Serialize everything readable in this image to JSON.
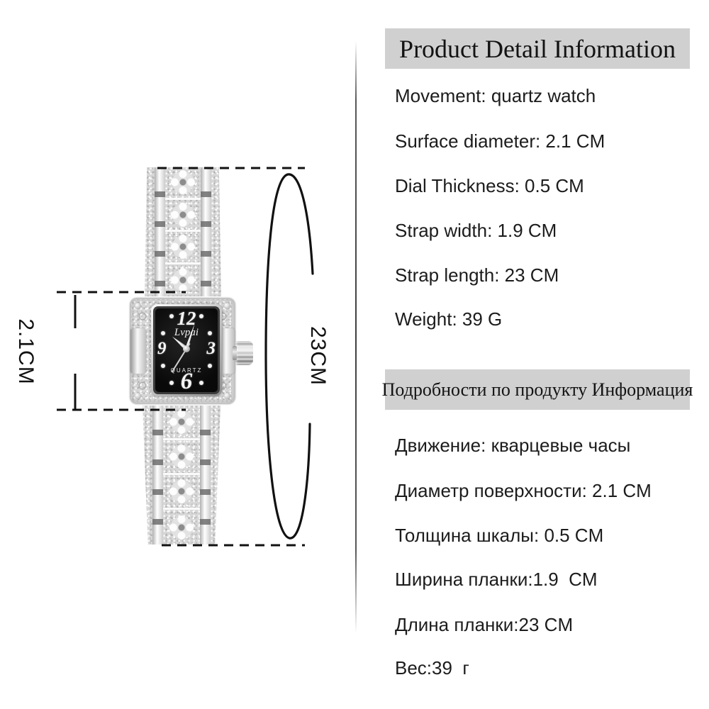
{
  "figure": {
    "dial": {
      "brand": "Lvpai",
      "movement_label": "QUARTZ",
      "numeral_top": "12",
      "numeral_right": "3",
      "numeral_bottom": "6",
      "numeral_left": "9"
    },
    "dimensions": {
      "case_width_label": "2.1CM",
      "strap_length_label": "23CM"
    }
  },
  "panel": {
    "en": {
      "header": "Product Detail Information",
      "specs": [
        "Movement: quartz watch",
        "Surface diameter: 2.1 CM",
        "Dial Thickness: 0.5 CM",
        "Strap width: 1.9 CM",
        "Strap length: 23 CM",
        "Weight: 39 G"
      ]
    },
    "ru": {
      "header": "Подробности по продукту Информация",
      "specs": [
        "Движение: кварцевые часы",
        "Диаметр поверхности: 2.1 CM",
        "Толщина шкалы: 0.5 CM",
        "Ширина планки:1.9  CM",
        "Длина планки:23 CM",
        "Вес:39  г"
      ]
    }
  },
  "colors": {
    "background": "#ffffff",
    "header_bg": "#d0d0d0",
    "text": "#1c1c1c",
    "annotation": "#111111",
    "dial_face": "#0a0a0a",
    "metal_silver": "#d7d7d7"
  }
}
